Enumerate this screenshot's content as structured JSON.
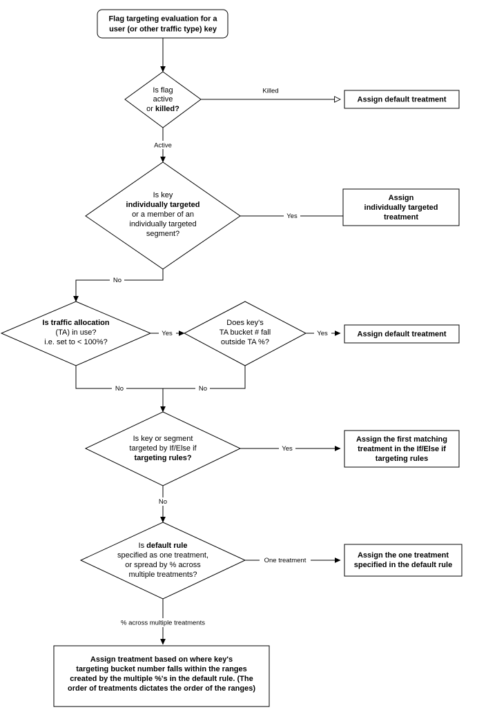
{
  "diagram": {
    "title": "Flag targeting evaluation flowchart",
    "type": "flowchart",
    "colors": {
      "stroke": "#000000",
      "fill": "#ffffff",
      "text": "#000000",
      "background": "#ffffff"
    },
    "nodes": {
      "start": {
        "shape": "rounded-rectangle",
        "lines": [
          {
            "text": "Flag targeting evaluation for a",
            "bold": true
          },
          {
            "text": "user (or other traffic type) key",
            "bold": true
          }
        ]
      },
      "decision_flag_active": {
        "shape": "diamond",
        "lines": [
          {
            "text": "Is flag",
            "bold": false
          },
          {
            "text": "active",
            "bold": false
          },
          {
            "text": "or killed?",
            "bold": false,
            "mixed": true
          }
        ]
      },
      "assign_default_1": {
        "shape": "rectangle",
        "lines": [
          {
            "text": "Assign default treatment",
            "bold": true
          }
        ]
      },
      "decision_individually_targeted": {
        "shape": "diamond",
        "lines": [
          {
            "text": "Is key",
            "bold": false
          },
          {
            "text": "individually targeted",
            "bold": true
          },
          {
            "text": "or a member of an",
            "bold": false
          },
          {
            "text": "individually targeted",
            "bold": false
          },
          {
            "text": "segment?",
            "bold": false
          }
        ]
      },
      "assign_individually_targeted": {
        "shape": "rectangle",
        "lines": [
          {
            "text": "Assign",
            "bold": true
          },
          {
            "text": "individually targeted",
            "bold": true
          },
          {
            "text": "treatment",
            "bold": true
          }
        ]
      },
      "decision_traffic_allocation": {
        "shape": "diamond",
        "lines": [
          {
            "text": "Is traffic allocation",
            "bold": true
          },
          {
            "text": "(TA) in use?",
            "bold": false
          },
          {
            "text": "i.e. set to < 100%?",
            "bold": false
          }
        ]
      },
      "decision_ta_bucket": {
        "shape": "diamond",
        "lines": [
          {
            "text": "Does key's",
            "bold": false
          },
          {
            "text": "TA bucket # fall",
            "bold": false
          },
          {
            "text": "outside TA %?",
            "bold": false
          }
        ]
      },
      "assign_default_2": {
        "shape": "rectangle",
        "lines": [
          {
            "text": "Assign default treatment",
            "bold": true
          }
        ]
      },
      "decision_ifelse_rules": {
        "shape": "diamond",
        "lines": [
          {
            "text": "Is key or segment",
            "bold": false
          },
          {
            "text": "targeted by If/Else if",
            "bold": false
          },
          {
            "text": "targeting rules?",
            "bold": true
          }
        ]
      },
      "assign_first_matching": {
        "shape": "rectangle",
        "lines": [
          {
            "text": "Assign the first matching",
            "bold": true
          },
          {
            "text": "treatment in the If/Else if",
            "bold": true
          },
          {
            "text": "targeting rules",
            "bold": true
          }
        ]
      },
      "decision_default_rule": {
        "shape": "diamond",
        "lines": [
          {
            "text": "Is default rule",
            "bold": false,
            "mixed": true
          },
          {
            "text": "specified as one treatment,",
            "bold": false
          },
          {
            "text": "or spread by % across",
            "bold": false
          },
          {
            "text": "multiple treatments?",
            "bold": false
          }
        ]
      },
      "assign_one_treatment": {
        "shape": "rectangle",
        "lines": [
          {
            "text": "Assign the one treatment",
            "bold": true
          },
          {
            "text": "specified in the default rule",
            "bold": true
          }
        ]
      },
      "assign_by_ranges": {
        "shape": "rectangle",
        "lines": [
          {
            "text": "Assign treatment based on where key's",
            "bold": true
          },
          {
            "text": "targeting bucket number falls within the ranges",
            "bold": true
          },
          {
            "text": "created by the multiple %'s in the default rule. (The",
            "bold": true
          },
          {
            "text": "order of treatments dictates the order of the ranges)",
            "bold": true
          }
        ]
      }
    },
    "edge_labels": {
      "killed": "Killed",
      "active": "Active",
      "yes_individually": "Yes",
      "no_individually": "No",
      "yes_traffic_allocation": "Yes",
      "no_traffic_allocation": "No",
      "yes_ta_bucket": "Yes",
      "no_ta_bucket": "No",
      "yes_ifelse": "Yes",
      "no_ifelse": "No",
      "one_treatment": "One treatment",
      "percent_across": "% across multiple treatments"
    }
  }
}
